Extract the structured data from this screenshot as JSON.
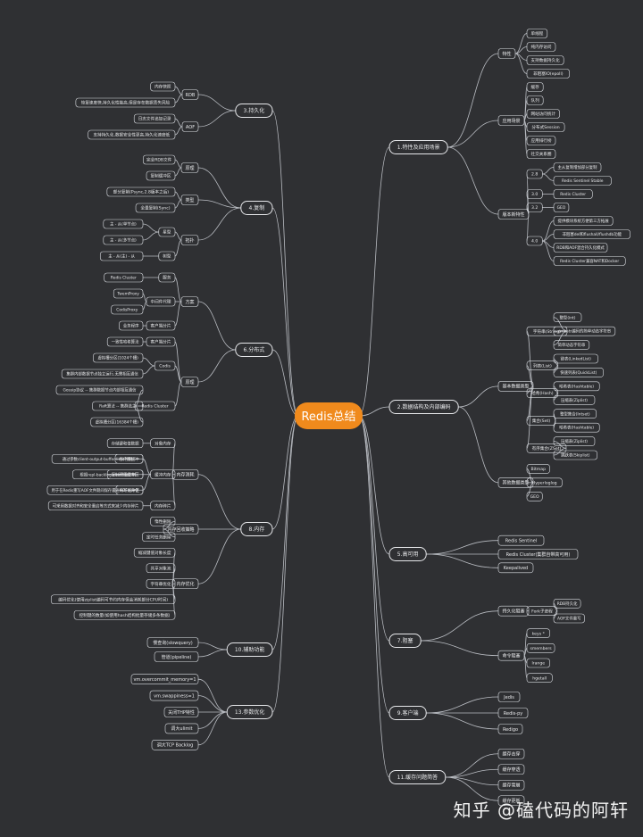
{
  "center": "Redis总结",
  "watermark": "知乎 @磕代码的阿轩",
  "branches": [
    {
      "label": "1.特性及应用场景",
      "children": [
        {
          "label": "特性",
          "children": [
            {
              "label": "单线程"
            },
            {
              "label": "纯内存访问"
            },
            {
              "label": "支持数据持久化"
            },
            {
              "label": "非阻塞IO(epoll)"
            }
          ]
        },
        {
          "label": "应用场景",
          "children": [
            {
              "label": "缓存"
            },
            {
              "label": "队列"
            },
            {
              "label": "网站访问统计"
            },
            {
              "label": "分布式Session"
            },
            {
              "label": "应用排行榜"
            },
            {
              "label": "社交关系圈"
            }
          ]
        },
        {
          "label": "版本新特性",
          "children": [
            {
              "label": "2.8",
              "children": [
                {
                  "label": "主从复制增加部分复制"
                },
                {
                  "label": "Redis Sentinel Stable"
                }
              ]
            },
            {
              "label": "3.0",
              "children": [
                {
                  "label": "Redis Cluster"
                }
              ]
            },
            {
              "label": "3.2",
              "children": [
                {
                  "label": "GEO"
                }
              ]
            },
            {
              "label": "4.0",
              "children": [
                {
                  "label": "提供模块系统方便第三方拓展"
                },
                {
                  "label": "非阻塞del和flushall/flushdb功能"
                },
                {
                  "label": "RDB和AOF混合持久化模式"
                },
                {
                  "label": "Redis Cluster兼容NAT和Docker"
                }
              ]
            }
          ]
        }
      ]
    },
    {
      "label": "2.数据结构及内部编码",
      "children": [
        {
          "label": "基本数据类型",
          "children": [
            {
              "label": "字符串(String)",
              "children": [
                {
                  "label": "整型(int)"
                },
                {
                  "label": "embstr编码的简单动态字符串"
                },
                {
                  "label": "简单动态字符串"
                }
              ]
            },
            {
              "label": "列表(List)",
              "children": [
                {
                  "label": "链表(LinkedList)"
                },
                {
                  "label": "快速列表(QuickList)"
                }
              ]
            },
            {
              "label": "哈希(Hash)",
              "children": [
                {
                  "label": "哈希表(Hashtable)"
                },
                {
                  "label": "压缩表(Ziplist)"
                }
              ]
            },
            {
              "label": "集合(Set)",
              "children": [
                {
                  "label": "整型集合(Intset)"
                },
                {
                  "label": "哈希表(Hashtable)"
                }
              ]
            },
            {
              "label": "有序集合(ZSet)",
              "children": [
                {
                  "label": "压缩表(Ziplist)"
                },
                {
                  "label": "跳跃表(Skiplist)"
                }
              ]
            }
          ]
        },
        {
          "label": "其他数据类型",
          "children": [
            {
              "label": "Bitmap"
            },
            {
              "label": "Hyperloglog"
            },
            {
              "label": "GEO"
            }
          ]
        }
      ]
    },
    {
      "label": "5.高可用",
      "children": [
        {
          "label": "Redis Sentinel"
        },
        {
          "label": "Redis Cluster(集群自带高可用)"
        },
        {
          "label": "Keepalived"
        }
      ]
    },
    {
      "label": "7.阻塞",
      "children": [
        {
          "label": "持久化阻塞",
          "children": [
            {
              "label": "Fork子进程",
              "children": [
                {
                  "label": "RDB持久化"
                },
                {
                  "label": "AOF文件重写"
                }
              ]
            }
          ]
        },
        {
          "label": "命令阻塞",
          "children": [
            {
              "label": "keys *"
            },
            {
              "label": "smembers"
            },
            {
              "label": "lrange"
            },
            {
              "label": "hgetall"
            }
          ]
        }
      ]
    },
    {
      "label": "9.客户端",
      "children": [
        {
          "label": "Jedis"
        },
        {
          "label": "Redis-py"
        },
        {
          "label": "Redigo"
        }
      ]
    },
    {
      "label": "11.缓存问题简答",
      "children": [
        {
          "label": "缓存击穿"
        },
        {
          "label": "缓存穿透"
        },
        {
          "label": "缓存雪崩"
        },
        {
          "label": "缓存更新"
        }
      ]
    },
    {
      "label": "3.持久化",
      "children": [
        {
          "label": "RDB",
          "children": [
            {
              "label": "内存快照"
            },
            {
              "label": "恢复速度快,持久化性能高,但是存在数据丢失风险"
            }
          ]
        },
        {
          "label": "AOF",
          "children": [
            {
              "label": "日志文件追加记录"
            },
            {
              "label": "支持持久化,数据安全性更高,持久化速度低"
            }
          ]
        }
      ]
    },
    {
      "label": "4.复制",
      "children": [
        {
          "label": "原理",
          "children": [
            {
              "label": "完全RDB文件"
            },
            {
              "label": "复制缓冲区"
            }
          ]
        },
        {
          "label": "类型",
          "children": [
            {
              "label": "部分复制(Psync,2.8版本之后)"
            },
            {
              "label": "全量复制(Sync)"
            }
          ]
        },
        {
          "label": "拓扑",
          "children": [
            {
              "label": "星型",
              "children": [
                {
                  "label": "主 - 从(单节点)"
                },
                {
                  "label": "主 - 从(多节点)"
                }
              ]
            },
            {
              "label": "树型",
              "children": [
                {
                  "label": "主 - 从(主) - 从"
                }
              ]
            }
          ]
        }
      ]
    },
    {
      "label": "6.分布式",
      "children": [
        {
          "label": "方案",
          "children": [
            {
              "label": "服务",
              "children": [
                {
                  "label": "Redis Cluster"
                }
              ]
            },
            {
              "label": "中间件代理",
              "children": [
                {
                  "label": "TwemProxy"
                },
                {
                  "label": "CodisProxy"
                }
              ]
            },
            {
              "label": "客户端分片",
              "children": [
                {
                  "label": "业务程序"
                }
              ]
            }
          ]
        },
        {
          "label": "原理",
          "children": [
            {
              "label": "客户端分片",
              "children": [
                {
                  "label": "一致性哈希算法"
                }
              ]
            },
            {
              "label": "Codis",
              "children": [
                {
                  "label": "虚拟槽分区(1024个槽)"
                },
                {
                  "label": "集群内部数据节点独立运行,无需相互通信"
                }
              ]
            },
            {
              "label": "Redis Cluster",
              "children": [
                {
                  "label": "Gossip协议 -- 集群数据节点内部相互通信"
                },
                {
                  "label": "Raft算法 -- 集群选主"
                },
                {
                  "label": "虚拟槽分区(16384个槽)"
                }
              ]
            }
          ]
        }
      ]
    },
    {
      "label": "8.内存",
      "children": [
        {
          "label": "内存消耗",
          "children": [
            {
              "label": "对象内存",
              "children": [
                {
                  "label": "存储键和值数据"
                }
              ]
            },
            {
              "label": "缓冲内存",
              "children": [
                {
                  "label": "客户端缓冲",
                  "children": [
                    {
                      "label": "通过参数client-output-buffer-limit控制"
                    }
                  ]
                },
                {
                  "label": "复制积压缓冲区",
                  "children": [
                    {
                      "label": "根据repl-backlog-size参数控制"
                    }
                  ]
                },
                {
                  "label": "AOF缓冲区",
                  "children": [
                    {
                      "label": "用于在Redis重写AOF文件期间保存最近的写入命令"
                    }
                  ]
                }
              ]
            },
            {
              "label": "内存碎片",
              "children": [
                {
                  "label": "可采用数据对齐和安全重启等方式来减少内存碎片"
                }
              ]
            }
          ]
        },
        {
          "label": "内存回收策略",
          "children": [
            {
              "label": "惰性删除"
            },
            {
              "label": "定时任务删除"
            }
          ]
        },
        {
          "label": "内存优化",
          "children": [
            {
              "label": "缩减键值对象长度"
            },
            {
              "label": "共享对象池"
            },
            {
              "label": "字符串优化"
            },
            {
              "label": "编码优化(使用ziplist编码可节约内存但会消耗部分CPU时间)"
            },
            {
              "label": "控制键的数量(如使用hash结构批量存储多条数据)"
            }
          ]
        }
      ]
    },
    {
      "label": "10.辅助功能",
      "children": [
        {
          "label": "慢查询(slowquery)"
        },
        {
          "label": "管道(pipeline)"
        }
      ]
    },
    {
      "label": "13.参数优化",
      "children": [
        {
          "label": "vm.overcommit_memory=1"
        },
        {
          "label": "vm.swappiness=1"
        },
        {
          "label": "关闭THP特性"
        },
        {
          "label": "调大ulimit"
        },
        {
          "label": "调大TCP Backlog"
        }
      ]
    }
  ]
}
